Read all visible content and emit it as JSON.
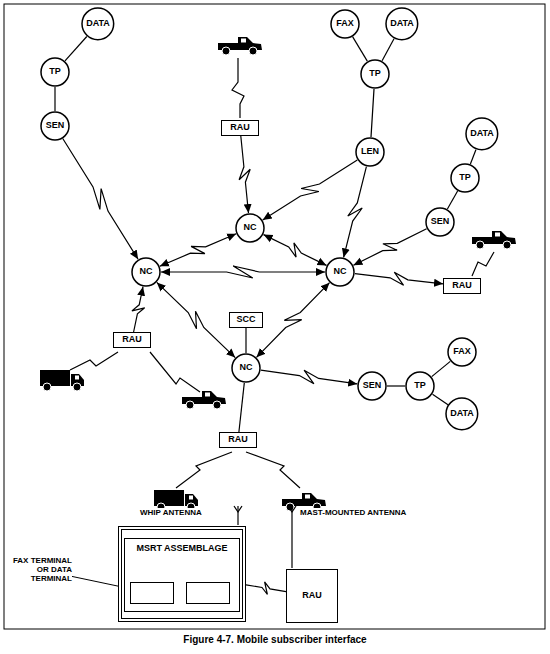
{
  "diagram": {
    "caption": "Figure 4-7. Mobile subscriber interface",
    "nodes": [
      {
        "text": [
          "DATA"
        ]
      },
      {
        "text": [
          "TP"
        ]
      },
      {
        "text": [
          "SEN"
        ]
      },
      {
        "text": [
          "RAU"
        ]
      },
      {
        "text": [
          "FAX"
        ]
      },
      {
        "text": [
          "DATA"
        ]
      },
      {
        "text": [
          "TP"
        ]
      },
      {
        "text": [
          "LEN"
        ]
      },
      {
        "text": [
          "DATA"
        ]
      },
      {
        "text": [
          "TP"
        ]
      },
      {
        "text": [
          "SEN"
        ]
      },
      {
        "text": [
          "NC"
        ]
      },
      {
        "text": [
          "NC"
        ]
      },
      {
        "text": [
          "NC"
        ]
      },
      {
        "text": [
          "RAU"
        ]
      },
      {
        "text": [
          "SCC"
        ]
      },
      {
        "text": [
          "RAU"
        ]
      },
      {
        "text": [
          "NC"
        ]
      },
      {
        "text": [
          "FAX"
        ]
      },
      {
        "text": [
          "SEN"
        ]
      },
      {
        "text": [
          "TP"
        ]
      },
      {
        "text": [
          "DATA"
        ]
      },
      {
        "text": [
          "RAU"
        ]
      },
      {
        "text": [
          "MSRT ASSEMBLAGE"
        ]
      },
      {
        "text": [
          "RAU"
        ]
      }
    ],
    "edges": [
      {
        "from": 0,
        "to": 1,
        "arrow": "none"
      },
      {
        "from": 1,
        "to": 2,
        "arrow": "none"
      },
      {
        "from": 2,
        "to": 12,
        "arrow": "to"
      },
      {
        "from": 3,
        "to": 11,
        "arrow": "to"
      },
      {
        "from": 4,
        "to": 6,
        "arrow": "none"
      },
      {
        "from": 5,
        "to": 6,
        "arrow": "none"
      },
      {
        "from": 6,
        "to": 7,
        "arrow": "none"
      },
      {
        "from": 7,
        "to": 11,
        "arrow": "to"
      },
      {
        "from": 7,
        "to": 13,
        "arrow": "to"
      },
      {
        "from": 8,
        "to": 9,
        "arrow": "none"
      },
      {
        "from": 9,
        "to": 10,
        "arrow": "none"
      },
      {
        "from": 10,
        "to": 13,
        "arrow": "to"
      },
      {
        "from": 12,
        "to": 11,
        "arrow": "both"
      },
      {
        "from": 11,
        "to": 13,
        "arrow": "both"
      },
      {
        "from": 12,
        "to": 13,
        "arrow": "both"
      },
      {
        "from": 12,
        "to": 17,
        "arrow": "both"
      },
      {
        "from": 13,
        "to": 17,
        "arrow": "both"
      },
      {
        "from": 13,
        "to": 14,
        "arrow": "to"
      },
      {
        "from": 16,
        "to": 12,
        "arrow": "to"
      },
      {
        "from": 15,
        "to": 17,
        "arrow": "none"
      },
      {
        "from": 17,
        "to": 19,
        "arrow": "to"
      },
      {
        "from": 19,
        "to": 20,
        "arrow": "none"
      },
      {
        "from": 20,
        "to": 18,
        "arrow": "none"
      },
      {
        "from": 20,
        "to": 21,
        "arrow": "none"
      },
      {
        "from": 17,
        "to": 22,
        "arrow": "none"
      },
      {
        "from": 23,
        "to": 24,
        "arrow": "none"
      }
    ],
    "labels": [
      "WHIP ANTENNA",
      "MAST-MOUNTED ANTENNA",
      "FAX TERMINAL OR DATA TERMINAL"
    ]
  }
}
